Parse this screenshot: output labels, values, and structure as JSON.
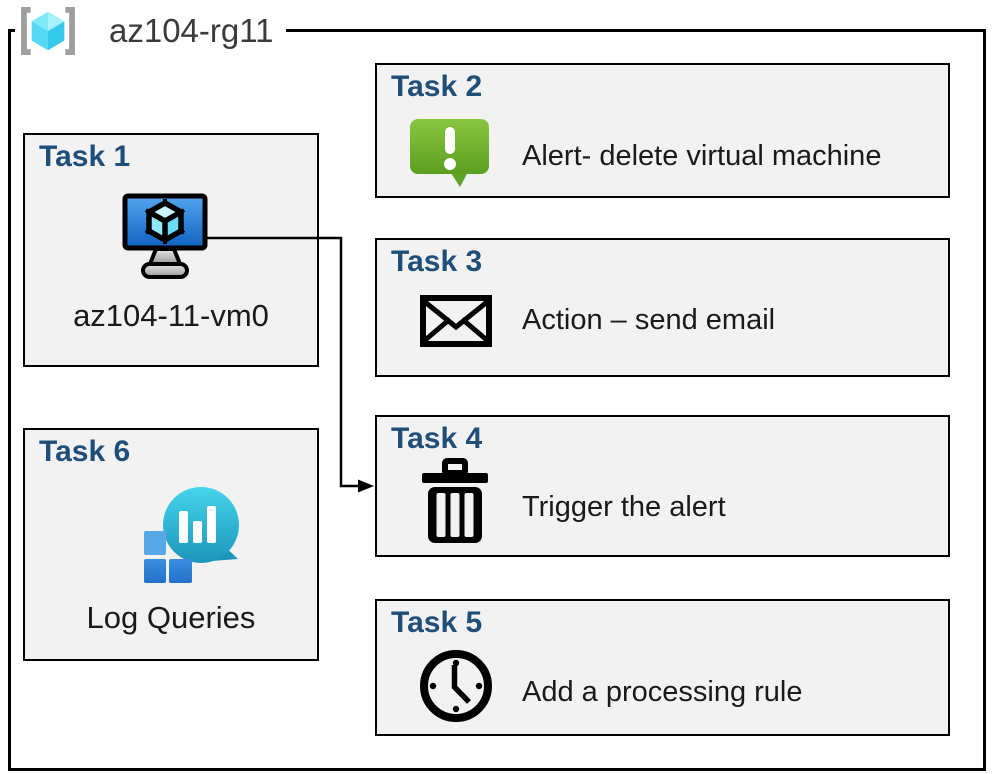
{
  "resource_group": {
    "name": "az104-rg11",
    "icon": "resource-group-icon"
  },
  "tasks": [
    {
      "label": "Task 1",
      "caption": "az104-11-vm0",
      "icon": "virtual-machine-icon"
    },
    {
      "label": "Task 2",
      "caption": "Alert- delete virtual machine",
      "icon": "alert-message-icon"
    },
    {
      "label": "Task 3",
      "caption": "Action – send email",
      "icon": "email-envelope-icon"
    },
    {
      "label": "Task 4",
      "caption": "Trigger the alert",
      "icon": "trash-can-icon"
    },
    {
      "label": "Task 5",
      "caption": "Add a processing rule",
      "icon": "clock-icon"
    },
    {
      "label": "Task 6",
      "caption": "Log Queries",
      "icon": "log-analytics-icon"
    }
  ],
  "connector": {
    "from": "Task 1",
    "to": "Task 4"
  },
  "colors": {
    "task_label_blue": "#1F4E79",
    "box_fill_gray": "#F2F2F2",
    "border_black": "#000000",
    "caption_text": "#1a1a1a",
    "alert_green_top": "#8AC640",
    "alert_green_bottom": "#5C9E20",
    "vm_screen_blue_top": "#55A6EF",
    "vm_screen_blue_bottom": "#0F62C0",
    "cube_cyan_light": "#A5F0FA",
    "cube_cyan_mid": "#55D8F2",
    "cube_cyan_dark": "#35CAEC",
    "bracket_gray": "#9E9E9E",
    "log_teal_top": "#45D5EC",
    "log_teal_bottom": "#1C95BB",
    "log_square_light_blue": "#58A8E8",
    "log_square_blue": "#2E7CD6"
  }
}
